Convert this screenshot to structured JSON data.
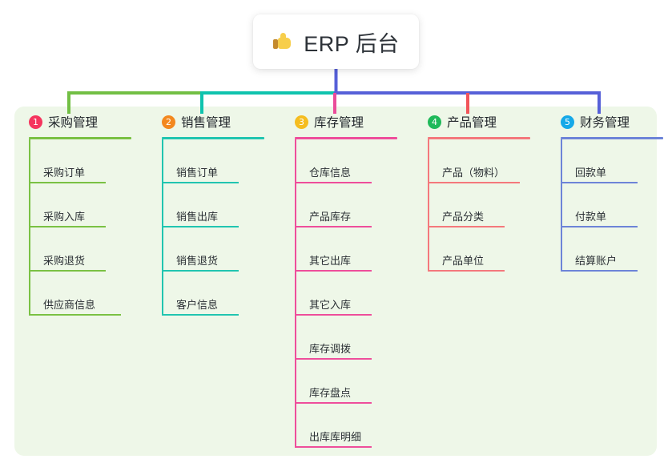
{
  "root": {
    "icon": "thumbs-up-icon",
    "emoji": "👍",
    "title": "ERP 后台"
  },
  "palette": {
    "panel_bg": "#eef7e8",
    "page_bg": "#ffffff",
    "center_stem": "#5660d8",
    "connector_green": "#72bf44",
    "connector_teal": "#0fc3ae",
    "connector_purple": "#5660d8",
    "stub_green": "#72bf44",
    "stub_teal": "#0fc3ae",
    "stub_pink": "#ea4c9a",
    "stub_red": "#f1555a",
    "stub_blue": "#5660d8"
  },
  "columns": [
    {
      "index": "1",
      "title": "采购管理",
      "badge_color": "#f5355e",
      "line_color": "#7ac143",
      "items": [
        {
          "label": "采购订单"
        },
        {
          "label": "采购入库"
        },
        {
          "label": "采购退货"
        },
        {
          "label": "供应商信息",
          "wide": true
        }
      ]
    },
    {
      "index": "2",
      "title": "销售管理",
      "badge_color": "#f3881f",
      "line_color": "#21c5b0",
      "items": [
        {
          "label": "销售订单"
        },
        {
          "label": "销售出库"
        },
        {
          "label": "销售退货"
        },
        {
          "label": "客户信息"
        }
      ]
    },
    {
      "index": "3",
      "title": "库存管理",
      "badge_color": "#f5bd1f",
      "line_color": "#ee4e9b",
      "items": [
        {
          "label": "仓库信息"
        },
        {
          "label": "产品库存"
        },
        {
          "label": "其它出库"
        },
        {
          "label": "其它入库"
        },
        {
          "label": "库存调拨"
        },
        {
          "label": "库存盘点"
        },
        {
          "label": "出库库明细"
        }
      ]
    },
    {
      "index": "4",
      "title": "产品管理",
      "badge_color": "#1fb95a",
      "line_color": "#f4787c",
      "items": [
        {
          "label": "产品（物料）",
          "wide": true
        },
        {
          "label": "产品分类"
        },
        {
          "label": "产品单位"
        }
      ]
    },
    {
      "index": "5",
      "title": "财务管理",
      "badge_color": "#16a9e8",
      "line_color": "#6d84d8",
      "items": [
        {
          "label": "回款单"
        },
        {
          "label": "付款单"
        },
        {
          "label": "结算账户"
        }
      ]
    }
  ]
}
